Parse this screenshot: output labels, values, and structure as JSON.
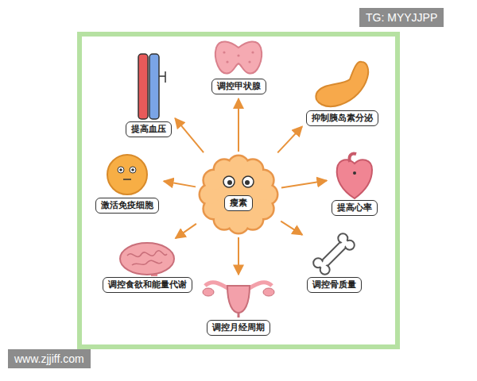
{
  "diagram": {
    "nodes": [
      {
        "text": [
          "调控甲状腺"
        ]
      },
      {
        "text": [
          "提高血压"
        ]
      },
      {
        "text": [
          "抑制胰岛素分泌"
        ]
      },
      {
        "text": [
          "激活免疫细胞"
        ]
      },
      {
        "text": [
          "瘦素"
        ]
      },
      {
        "text": [
          "提高心率"
        ]
      },
      {
        "text": [
          "调控食欲和能量代谢"
        ]
      },
      {
        "text": [
          "调控骨质量"
        ]
      },
      {
        "text": [
          "调控月经周期"
        ]
      }
    ],
    "edges": [
      {
        "from": 4,
        "to": 0,
        "arrow": "to"
      },
      {
        "from": 4,
        "to": 2,
        "arrow": "to"
      },
      {
        "from": 4,
        "to": 5,
        "arrow": "to"
      },
      {
        "from": 4,
        "to": 7,
        "arrow": "to"
      },
      {
        "from": 4,
        "to": 8,
        "arrow": "to"
      },
      {
        "from": 4,
        "to": 6,
        "arrow": "to"
      },
      {
        "from": 4,
        "to": 3,
        "arrow": "to"
      },
      {
        "from": 4,
        "to": 1,
        "arrow": "to"
      }
    ],
    "labels": [
      "TG: MYYJJPP",
      "www.zjjiff.com"
    ]
  }
}
